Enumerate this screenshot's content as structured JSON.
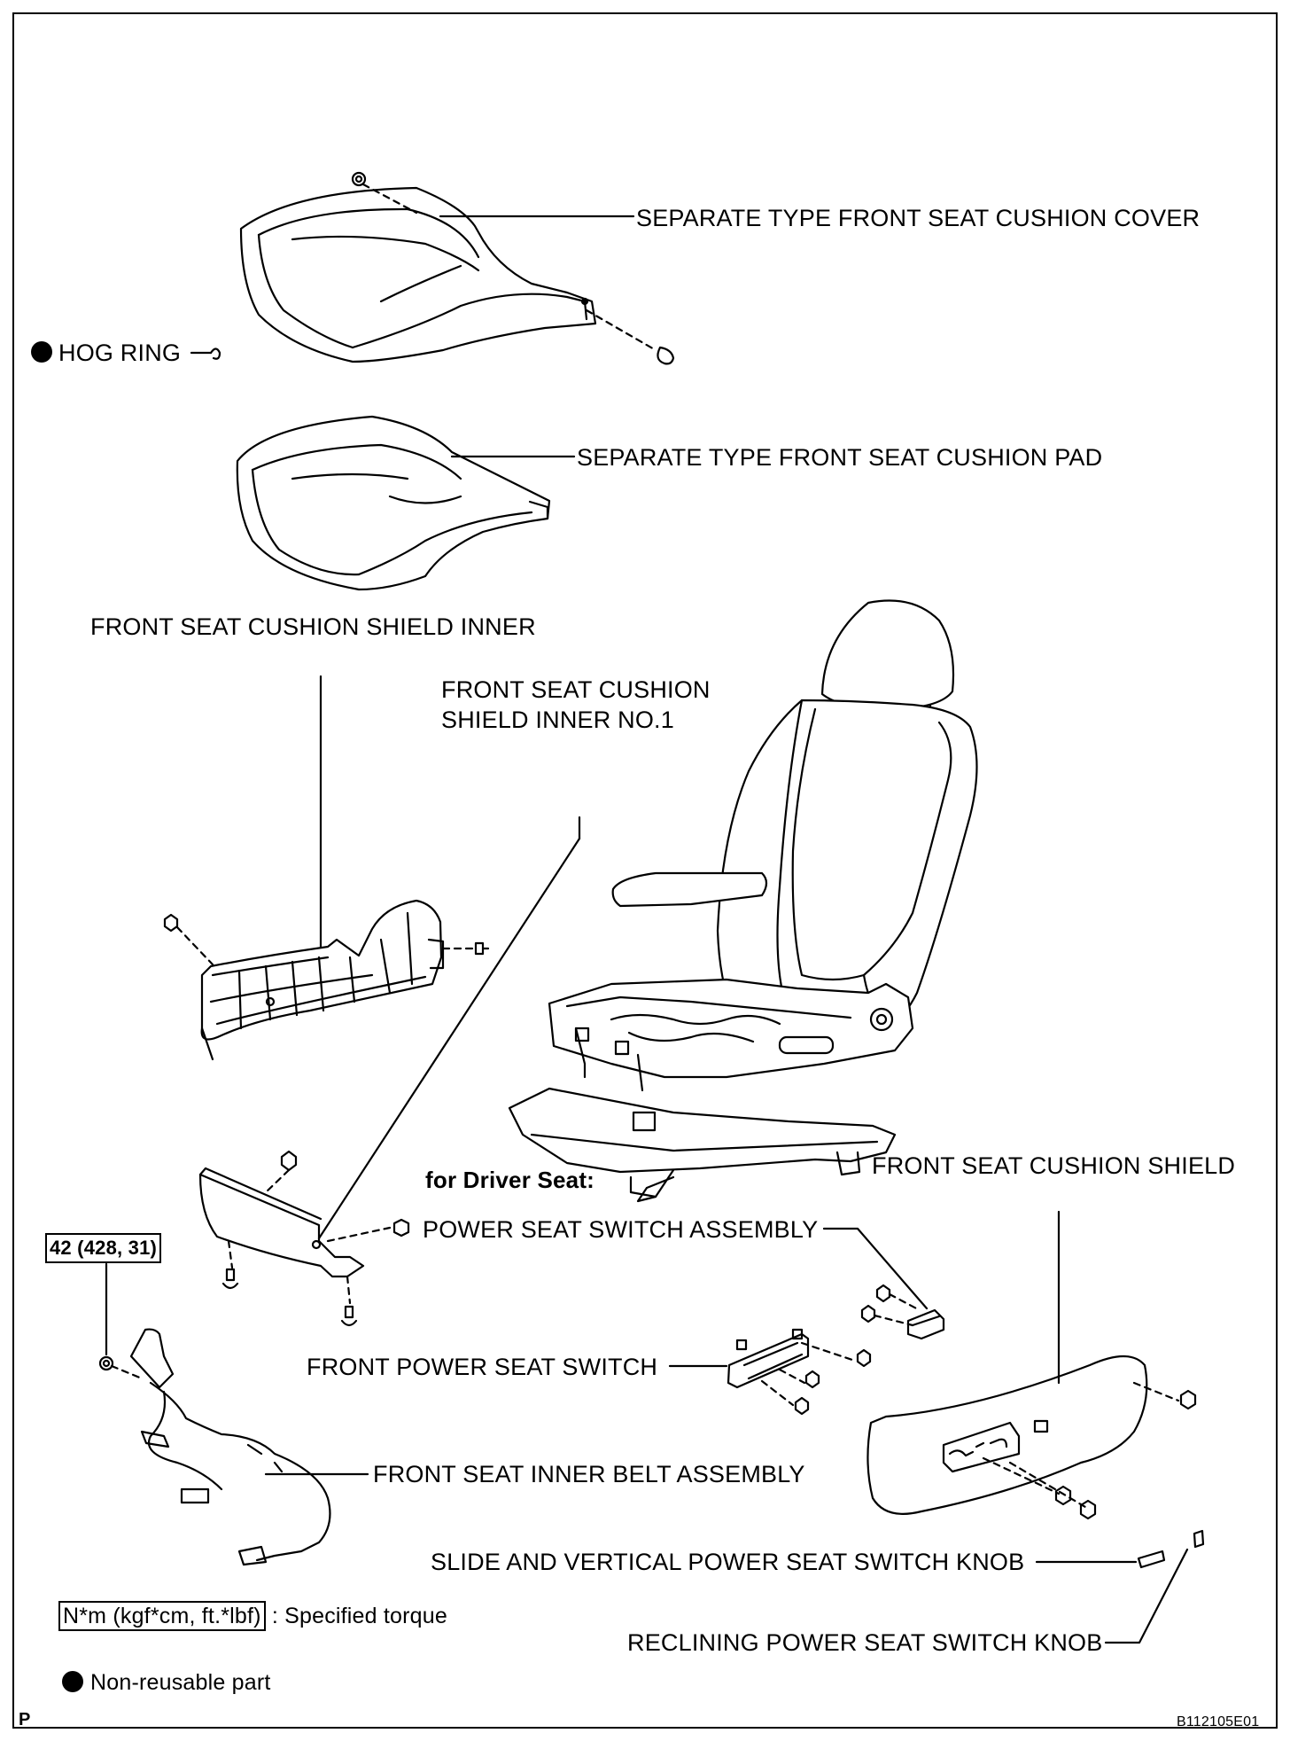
{
  "labels": {
    "cushion_cover": "SEPARATE TYPE FRONT SEAT CUSHION COVER",
    "hog_ring": "HOG RING",
    "cushion_pad": "SEPARATE TYPE FRONT SEAT CUSHION PAD",
    "shield_inner": "FRONT SEAT CUSHION SHIELD INNER",
    "shield_inner_no1_line1": "FRONT SEAT CUSHION",
    "shield_inner_no1_line2": "SHIELD INNER NO.1",
    "for_driver_seat": "for Driver Seat:",
    "cushion_shield": "FRONT SEAT CUSHION SHIELD",
    "power_switch_assembly": "POWER SEAT SWITCH ASSEMBLY",
    "torque_value": "42 (428, 31)",
    "front_power_switch": "FRONT POWER SEAT SWITCH",
    "inner_belt": "FRONT SEAT INNER BELT ASSEMBLY",
    "slide_knob": "SLIDE AND VERTICAL POWER SEAT SWITCH KNOB",
    "reclining_knob": "RECLINING POWER SEAT SWITCH KNOB"
  },
  "legend": {
    "torque_units": "N*m (kgf*cm, ft.*lbf)",
    "torque_desc": ": Specified torque",
    "nonreusable": "Non-reusable part"
  },
  "footer": {
    "left_mark": "P",
    "figure_id": "B112105E01"
  }
}
